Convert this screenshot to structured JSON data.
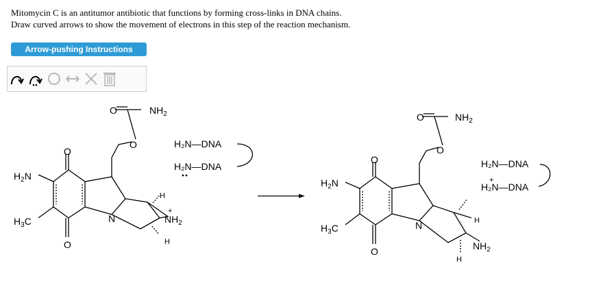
{
  "question": {
    "line1": "Mitomycin C is an antitumor antibiotic that functions by forming cross-links in DNA chains.",
    "line2": "Draw curved arrows to show the movement of electrons in this step of the reaction mechanism."
  },
  "instructions_button": "Arrow-pushing Instructions",
  "toolbar": {
    "tools": [
      "curved-arrow-icon",
      "single-electron-arrow-icon",
      "resonance-ring-icon",
      "double-headed-arrow-icon",
      "delete-x-icon",
      "trash-icon"
    ]
  },
  "reactant": {
    "nh2_top": "NH",
    "nh2_top_sub": "2",
    "h2n_left": "H",
    "h2n_left_sub": "2",
    "h2n_left_N": "N",
    "h3c": "H",
    "h3c_sub": "3",
    "h3c_C": "C",
    "o_top": "O",
    "o_bottom": "O",
    "o_ester": "O",
    "o_carb": "O",
    "n_ring": "N",
    "h_top": "H",
    "h_bottom": "H",
    "aziridinium": "NH",
    "aziridinium_sub": "2",
    "plus": "+",
    "dna1": "H₂N—DNA",
    "dna2": "H₂N—DNA"
  },
  "product": {
    "nh2_top": "NH",
    "nh2_top_sub": "2",
    "h2n_left": "H",
    "h2n_left_sub": "2",
    "h2n_left_N": "N",
    "h3c": "H",
    "h3c_sub": "3",
    "h3c_C": "C",
    "o_top": "O",
    "o_bottom": "O",
    "o_ester": "O",
    "o_carb": "O",
    "n_ring": "N",
    "h_mid": "H",
    "h_bottom": "H",
    "nh2_bottom": "NH",
    "nh2_bottom_sub": "2",
    "dna1": "H₂N—DNA",
    "dna2": "H₂N—DNA",
    "plus": "+"
  },
  "colors": {
    "button": "#2f9bd6",
    "toolbar_border": "#cfcfcf",
    "icon_grey": "#b8b8b8"
  }
}
